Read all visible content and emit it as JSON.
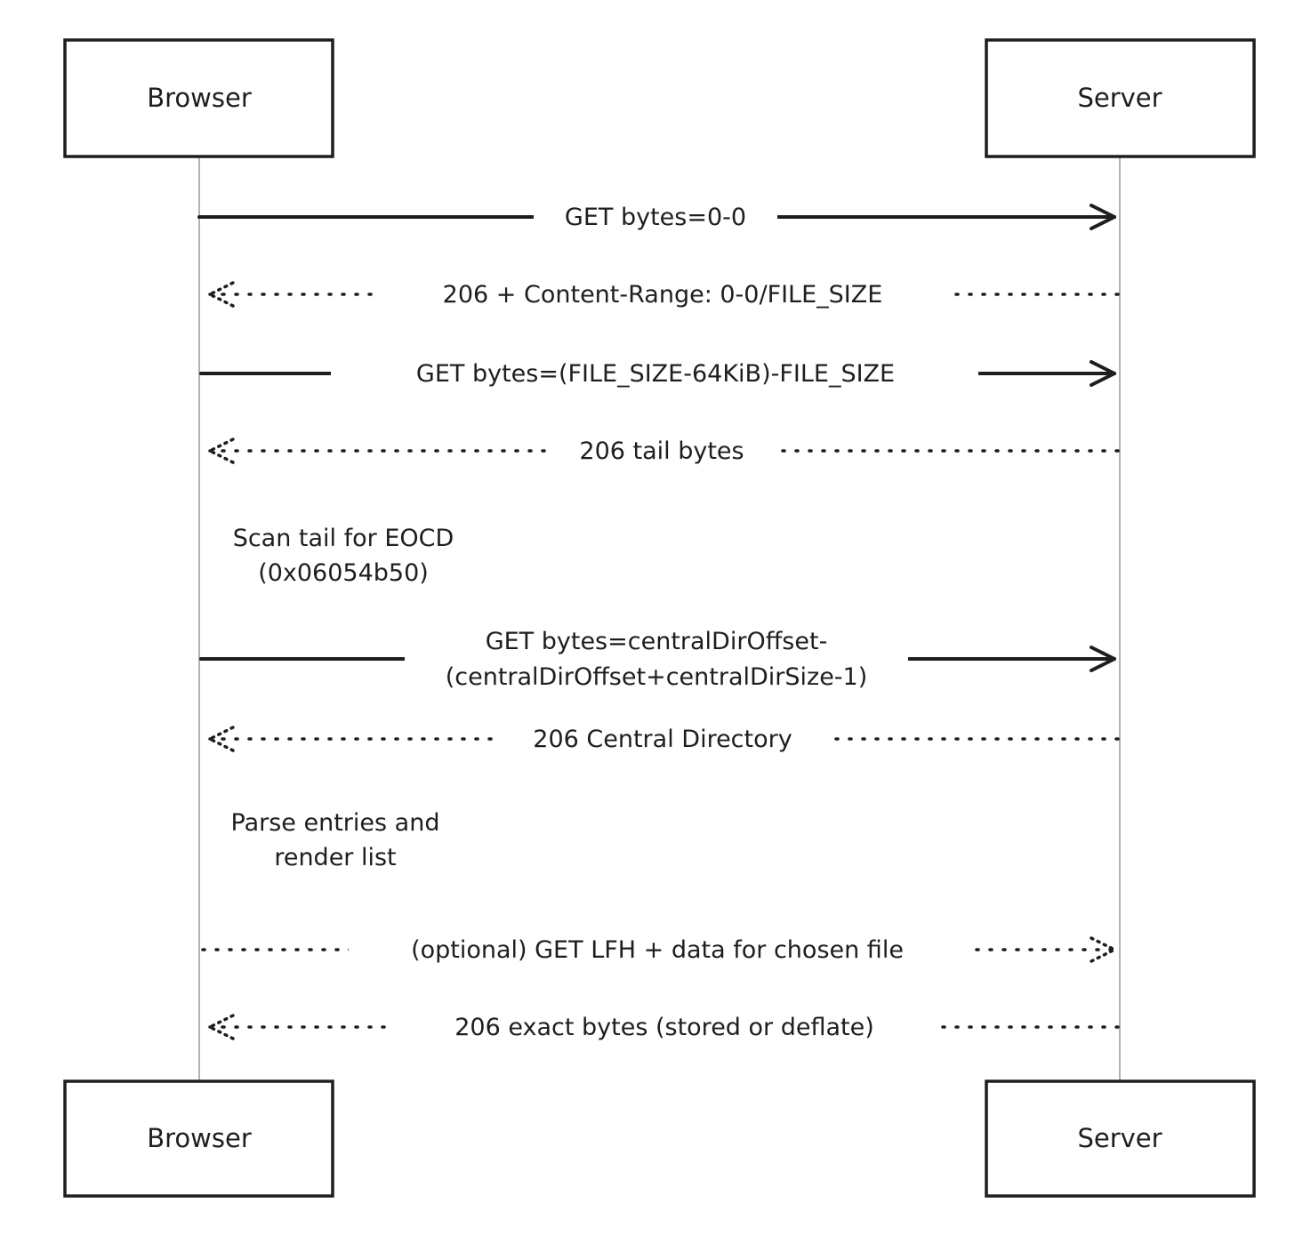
{
  "participants": {
    "left": "Browser",
    "right": "Server"
  },
  "messages": [
    {
      "id": "m1",
      "lines": [
        "GET bytes=0-0"
      ],
      "from": "left",
      "to": "right",
      "style": "solid"
    },
    {
      "id": "m2",
      "lines": [
        "206 + Content-Range: 0-0/FILE_SIZE"
      ],
      "from": "right",
      "to": "left",
      "style": "dotted"
    },
    {
      "id": "m3",
      "lines": [
        "GET bytes=(FILE_SIZE-64KiB)-FILE_SIZE"
      ],
      "from": "left",
      "to": "right",
      "style": "solid"
    },
    {
      "id": "m4",
      "lines": [
        "206 tail bytes"
      ],
      "from": "right",
      "to": "left",
      "style": "dotted"
    },
    {
      "id": "m5",
      "lines": [
        "GET bytes=centralDirOffset-",
        "(centralDirOffset+centralDirSize-1)"
      ],
      "from": "left",
      "to": "right",
      "style": "solid"
    },
    {
      "id": "m6",
      "lines": [
        "206 Central Directory"
      ],
      "from": "right",
      "to": "left",
      "style": "dotted"
    },
    {
      "id": "m7",
      "lines": [
        "(optional) GET LFH + data for chosen file"
      ],
      "from": "left",
      "to": "right",
      "style": "dotted"
    },
    {
      "id": "m8",
      "lines": [
        "206 exact bytes (stored or deflate)"
      ],
      "from": "right",
      "to": "left",
      "style": "dotted"
    }
  ],
  "notes": [
    {
      "id": "n1",
      "lines": [
        "Scan tail for EOCD",
        "(0x06054b50)"
      ]
    },
    {
      "id": "n2",
      "lines": [
        "Parse entries and",
        "render list"
      ]
    }
  ],
  "colors": {
    "stroke": "#1e1e1e",
    "lifeline": "#a0a0a0",
    "background": "#ffffff"
  }
}
